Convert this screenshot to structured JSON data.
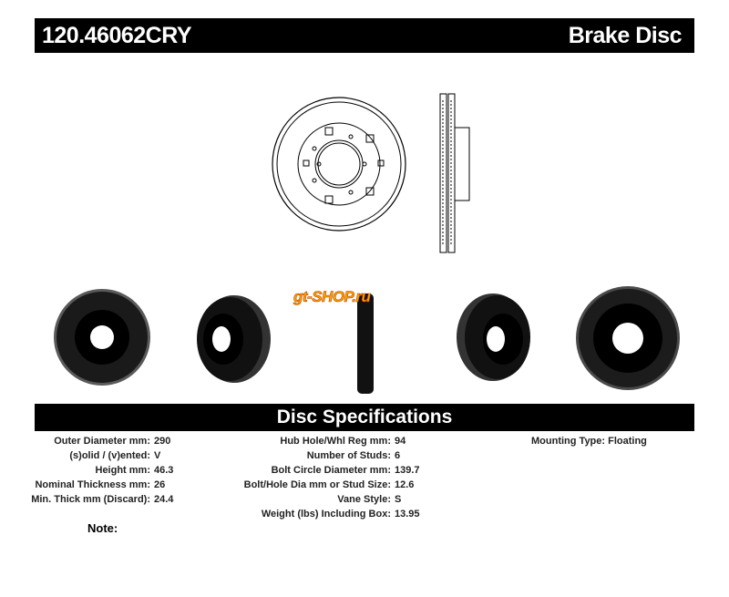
{
  "header": {
    "part_number": "120.46062CRY",
    "product_type": "Brake Disc"
  },
  "logo_text": "gt-shop.ru",
  "specs_title": "Disc Specifications",
  "specs_col1": [
    {
      "label": "Outer Diameter mm:",
      "value": "290"
    },
    {
      "label": "(s)olid / (v)ented:",
      "value": "V"
    },
    {
      "label": "Height mm:",
      "value": "46.3"
    },
    {
      "label": "Nominal Thickness mm:",
      "value": "26"
    },
    {
      "label": "Min. Thick mm (Discard):",
      "value": "24.4"
    }
  ],
  "specs_col2": [
    {
      "label": "Hub Hole/Whl Reg mm:",
      "value": "94"
    },
    {
      "label": "Number of Studs:",
      "value": "6"
    },
    {
      "label": "Bolt Circle Diameter mm:",
      "value": "139.7"
    },
    {
      "label": "Bolt/Hole Dia mm or Stud Size:",
      "value": "12.6"
    },
    {
      "label": "Vane Style:",
      "value": "S"
    },
    {
      "label": "Weight (lbs) Including Box:",
      "value": "13.95"
    }
  ],
  "specs_col3": [
    {
      "label": "Mounting Type:",
      "value": "Floating"
    }
  ],
  "note_label": "Note:"
}
